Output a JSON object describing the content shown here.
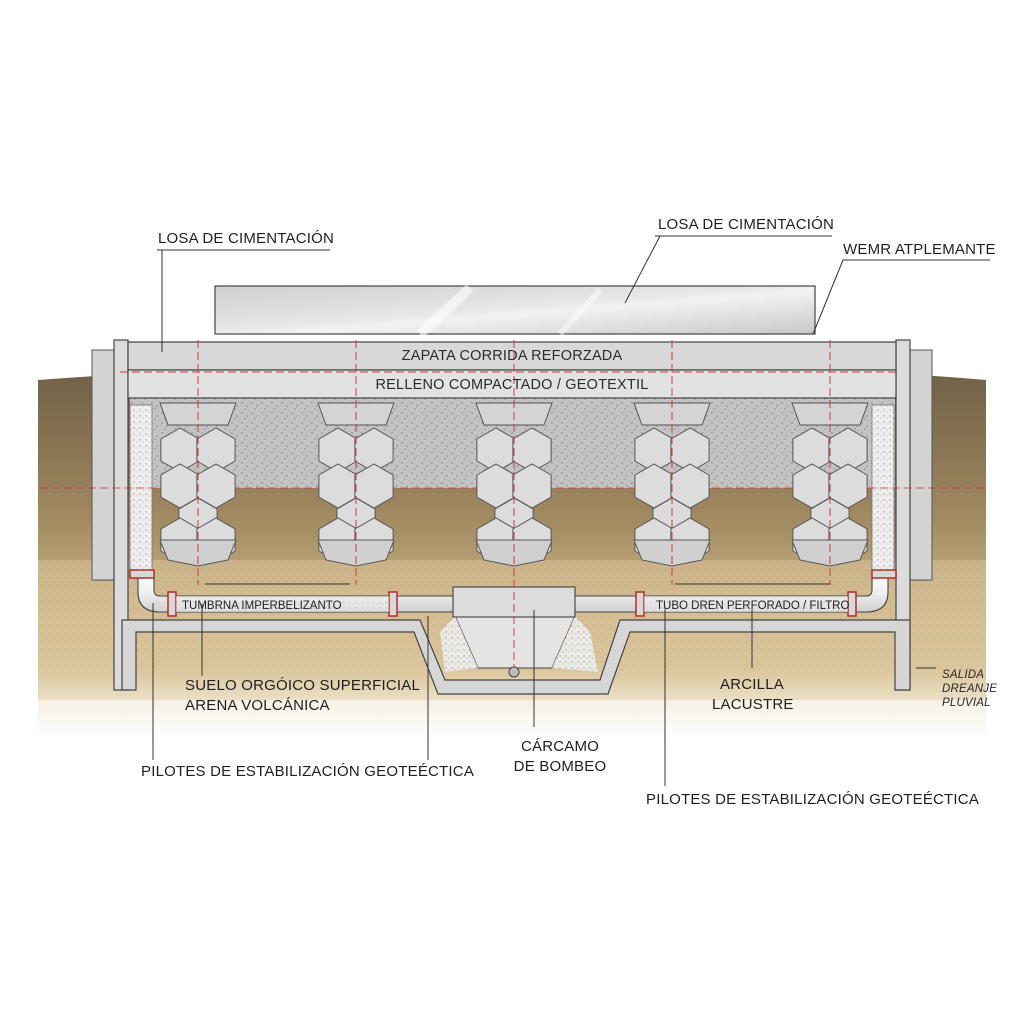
{
  "labels": {
    "losa_left": "LOSA DE CIMENTACIÓN",
    "losa_right": "LOSA DE CIMENTACIÓN",
    "wemr": "WEMR ATPLEMANTE",
    "zapata": "ZAPATA CORRIDA REFORZADA",
    "relleno": "RELLENO COMPACTADO / GEOTEXTIL",
    "membrana": "TUMBRNA IMPERBELIZANTO",
    "tubo_dren": "TUBO DREN PERFORADO / FILTRO",
    "suelo_line1": "SUELO ORGÓICO SUPERFICIAL",
    "suelo_line2": "ARENA VOLCÁNICA",
    "arcilla_line1": "ARCILLA",
    "arcilla_line2": "LACUSTRE",
    "salida_line1": "SALIDA",
    "salida_line2": "DREANJE",
    "salida_line3": "PLUVIAL",
    "carcamo_line1": "CÁRCAMO",
    "carcamo_line2": "DE BOMBEO",
    "pilotes_left": "PILOTES DE ESTABILIZACIÓN GEOTEÉCTICA",
    "pilotes_right": "PILOTES DE ESTABILIZACIÓN GEOTEÉCTICA"
  },
  "colors": {
    "concrete": "#d9d9d9",
    "concrete_dark": "#a9a9a9",
    "soil_dark": "#7a6a4f",
    "soil_mid": "#a8916a",
    "soil_light": "#d8c39a",
    "gravel": "#bcbcbc",
    "axis_red": "#d23a3a",
    "line": "#3a3a3a"
  },
  "pile_count": 5
}
